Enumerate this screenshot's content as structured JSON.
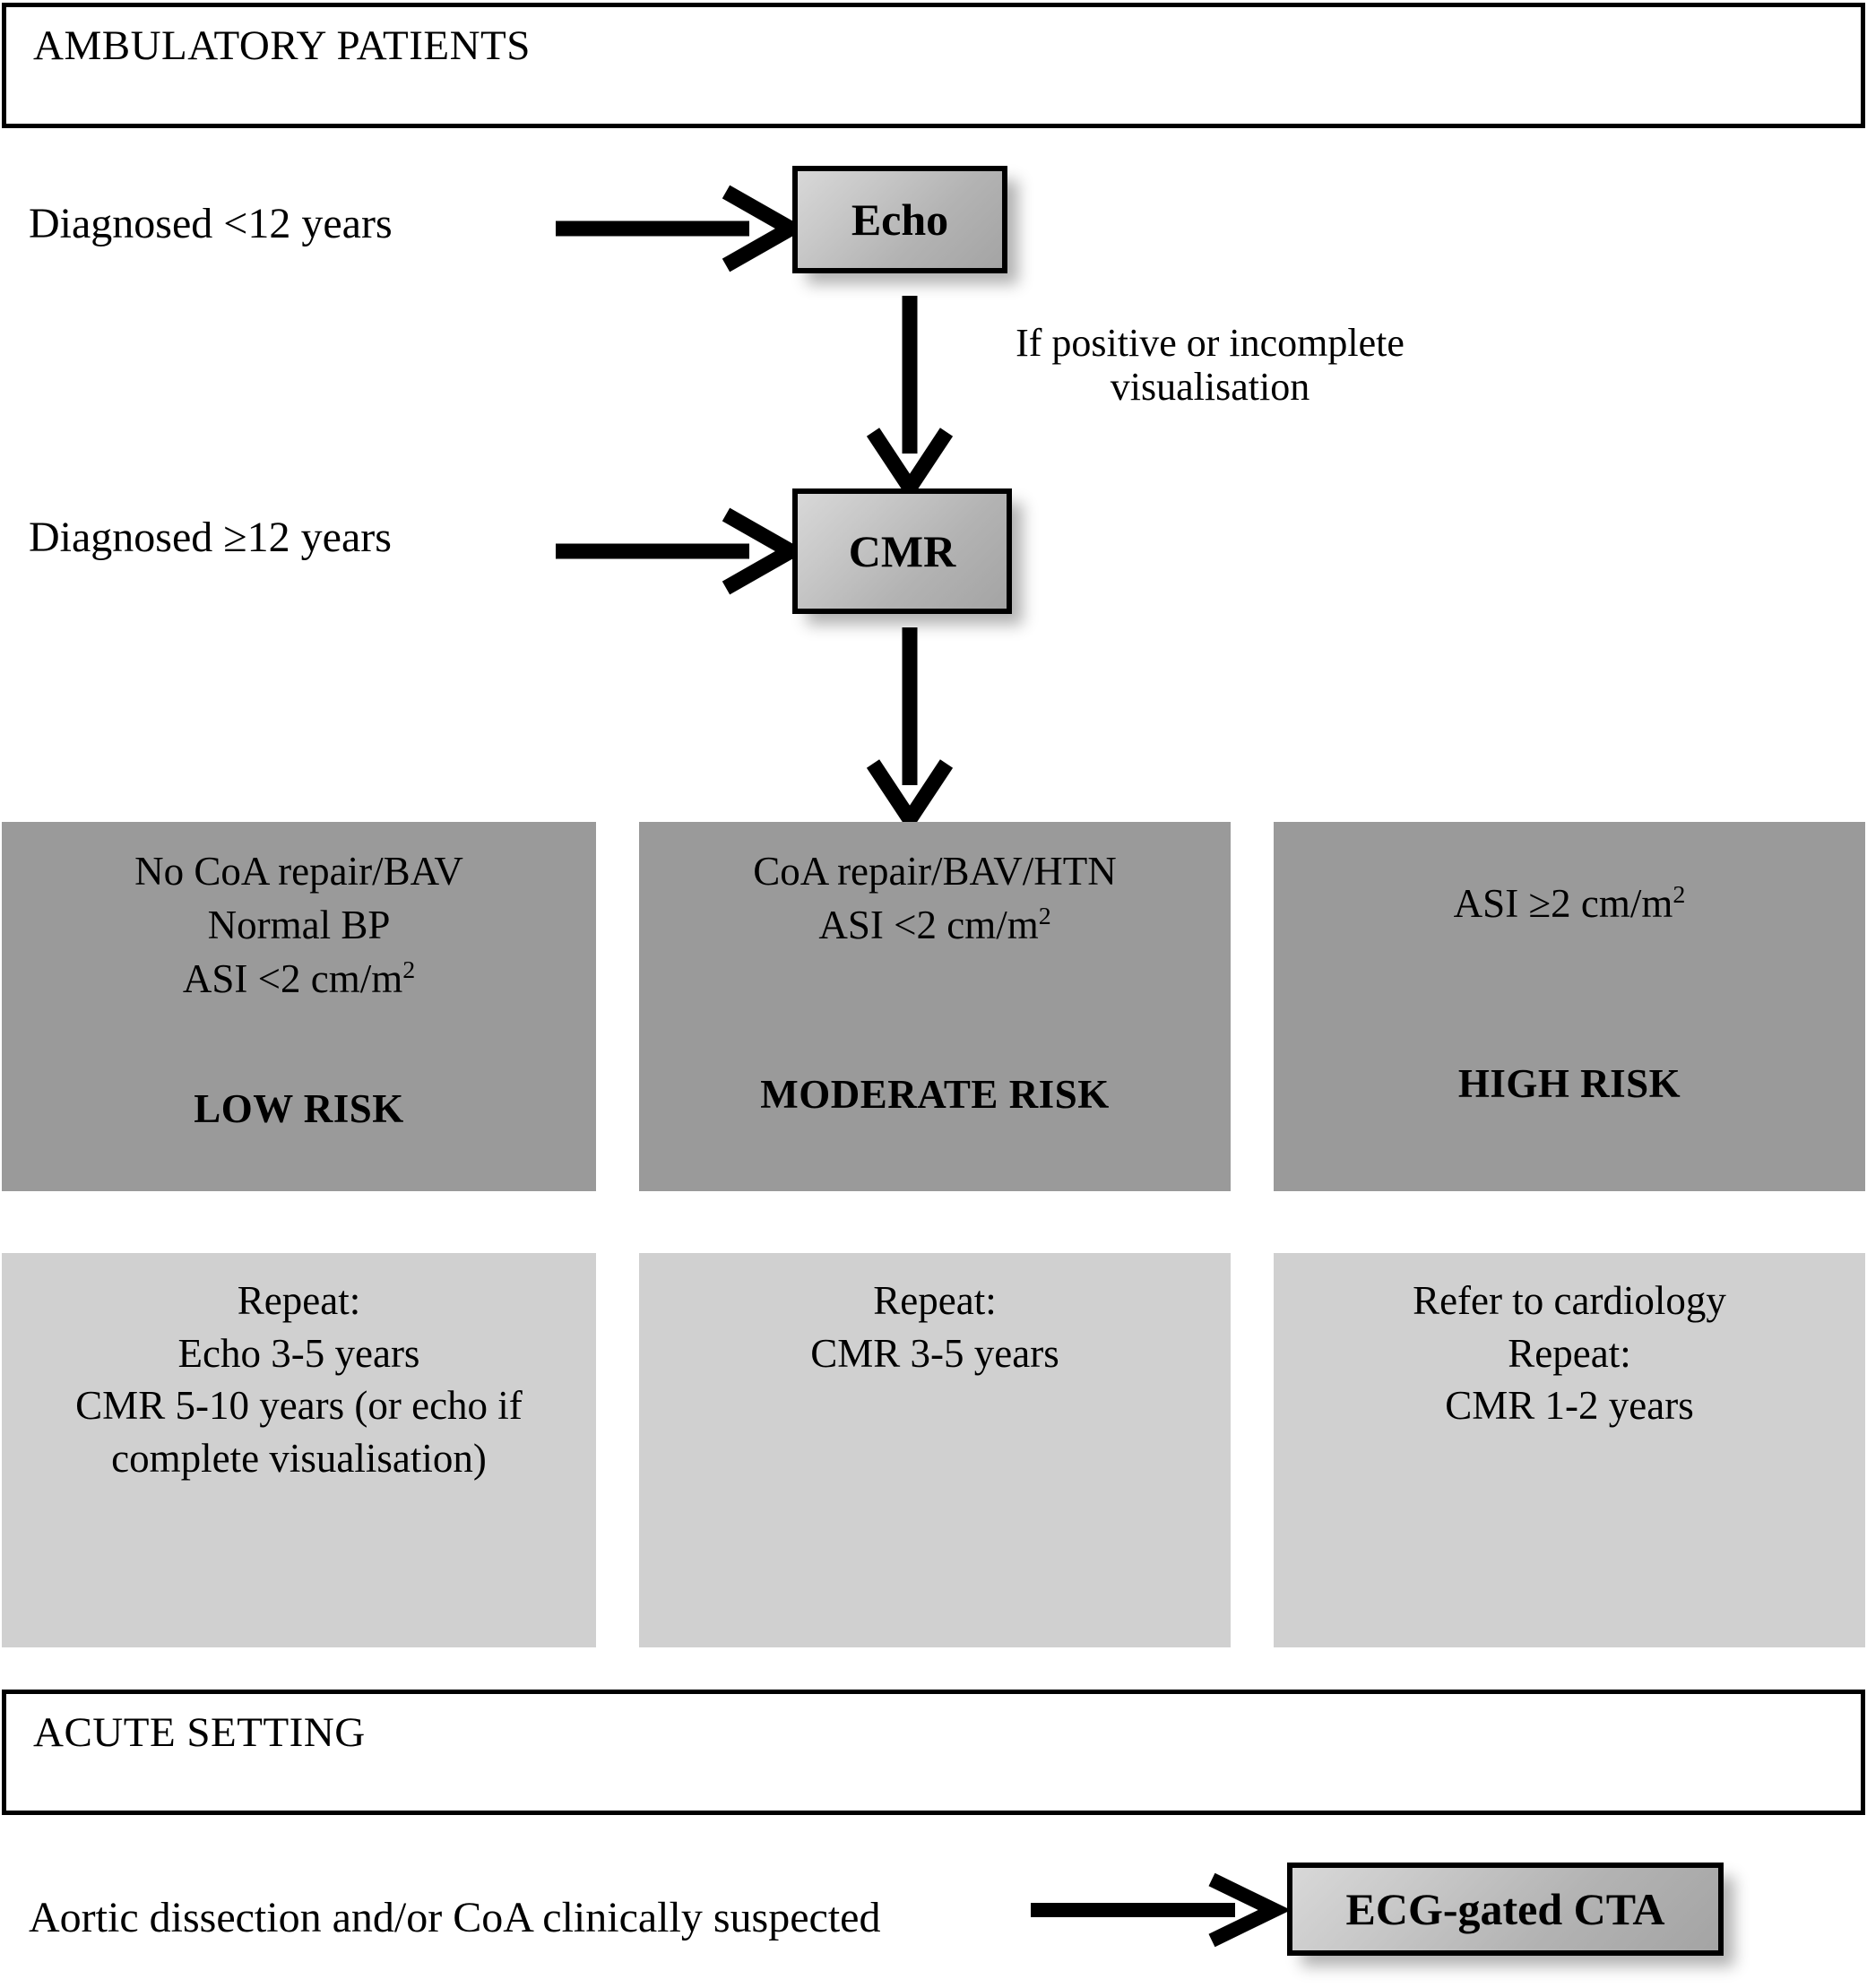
{
  "sections": {
    "ambulatory": {
      "title": "AMBULATORY PATIENTS"
    },
    "acute": {
      "title": "ACUTE SETTING"
    }
  },
  "flow": {
    "entry_under_12": "Diagnosed <12 years",
    "entry_over_12": "Diagnosed ≥12 years",
    "echo_node": "Echo",
    "cmr_node": "CMR",
    "edge_echo_to_cmr": "If positive or incomplete visualisation",
    "acute_trigger": "Aortic dissection and/or CoA clinically suspected",
    "acute_node": "ECG-gated CTA"
  },
  "risk_columns": [
    {
      "id": "low",
      "criteria": [
        "No CoA repair/BAV",
        "Normal BP",
        "ASI <2 cm/m"
      ],
      "criteria_superscript": "2",
      "level_label": "LOW RISK",
      "followup": [
        "Repeat:",
        "Echo 3-5 years",
        "CMR 5-10 years (or echo if",
        "complete visualisation)"
      ]
    },
    {
      "id": "moderate",
      "criteria": [
        "CoA repair/BAV/HTN",
        "ASI <2 cm/m"
      ],
      "criteria_superscript": "2",
      "level_label": "MODERATE RISK",
      "followup": [
        "Repeat:",
        "CMR 3-5 years"
      ]
    },
    {
      "id": "high",
      "criteria": [
        "ASI ≥2 cm/m"
      ],
      "criteria_superscript": "2",
      "level_label": "HIGH RISK",
      "followup": [
        "Refer to cardiology",
        "Repeat:",
        "CMR 1-2 years"
      ]
    }
  ],
  "colors": {
    "risk_tier_fill": "#9a9a9a",
    "followup_fill": "#d0d0d0",
    "node_fill_light": "#d8d8d8",
    "node_fill_dark": "#a4a4a4",
    "stroke": "#000000",
    "page_background": "#ffffff"
  }
}
